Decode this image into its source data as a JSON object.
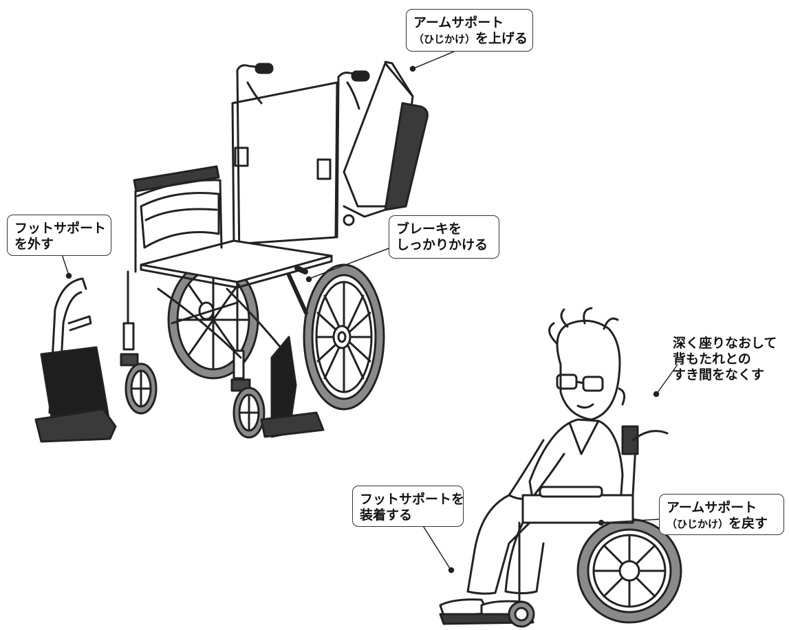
{
  "callouts": {
    "armrest_raise": {
      "line1": "アームサポート",
      "line2_small": "（ひじかけ）",
      "line2": "を上げる"
    },
    "footrest_remove": {
      "line1": "フットサポート",
      "line2": "を外す"
    },
    "brake": {
      "line1": "ブレーキを",
      "line2": "しっかりかける"
    },
    "sit_deep": {
      "line1": "深く座りなおして",
      "line2": "背もたれとの",
      "line3": "すき間をなくす"
    },
    "footrest_attach": {
      "line1": "フットサポートを",
      "line2": "装着する"
    },
    "armrest_return": {
      "line1": "アームサポート",
      "line2_small": "（ひじかけ）",
      "line2": "を戻す"
    }
  },
  "colors": {
    "line": "#222222",
    "tire": "#8a8a8a",
    "pad": "#3a3a3a",
    "strap": "#1e1e1e",
    "skin": "#ffffff"
  }
}
